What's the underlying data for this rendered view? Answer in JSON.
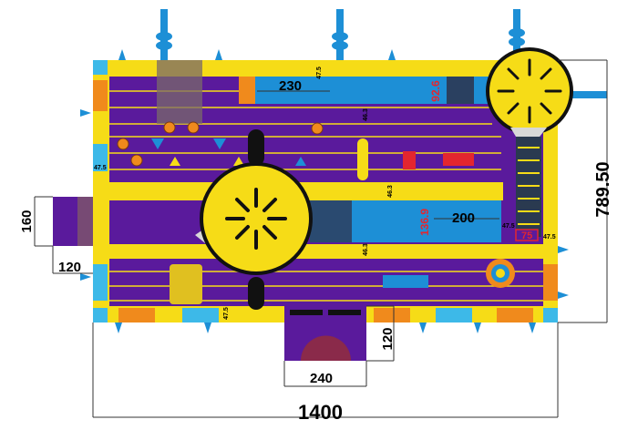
{
  "diagram": {
    "dimensions": {
      "total_width": "1400",
      "total_height": "789.50",
      "side_extension_height": "160",
      "side_extension_width": "120",
      "bottom_extension_width": "240",
      "bottom_extension_height": "120",
      "top_channel": "230",
      "middle_channel": "200",
      "small_edge": "47.5",
      "inner_46": "46.3"
    },
    "red_labels": {
      "top_red": "92.6",
      "middle_red": "136.9",
      "right_red": "75"
    },
    "colors": {
      "purple": "#5a1a9c",
      "purple_dark": "#3f0f78",
      "yellow": "#f6dc17",
      "blue": "#1d8fd6",
      "orange": "#f08a1c",
      "cyan": "#3db9e8"
    }
  }
}
